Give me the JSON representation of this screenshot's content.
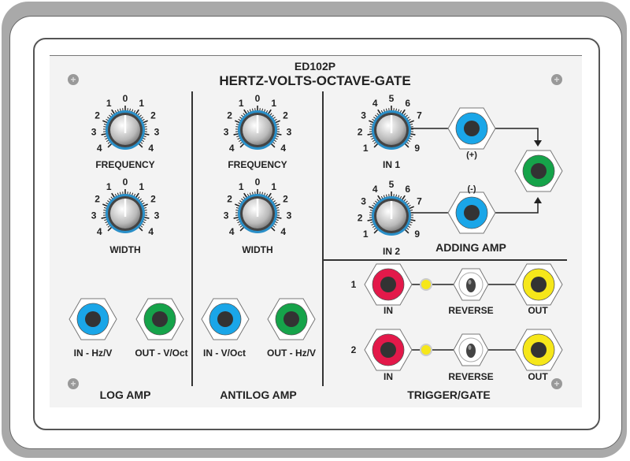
{
  "header": {
    "model": "ED102P",
    "title": "HERTZ-VOLTS-OCTAVE-GATE"
  },
  "colors": {
    "blue": "#1aa6e8",
    "green": "#16a34a",
    "red": "#e3194a",
    "yellow": "#f6e71a",
    "knob_ring": "#2a8fc8"
  },
  "log_amp": {
    "section_label": "LOG AMP",
    "frequency": {
      "label": "FREQUENCY",
      "scale": [
        "4",
        "3",
        "2",
        "1",
        "0",
        "1",
        "2",
        "3",
        "4"
      ]
    },
    "width": {
      "label": "WIDTH",
      "scale": [
        "4",
        "3",
        "2",
        "1",
        "0",
        "1",
        "2",
        "3",
        "4"
      ]
    },
    "in_label": "IN - Hz/V",
    "out_label": "OUT - V/Oct"
  },
  "antilog_amp": {
    "section_label": "ANTILOG AMP",
    "frequency": {
      "label": "FREQUENCY",
      "scale": [
        "4",
        "3",
        "2",
        "1",
        "0",
        "1",
        "2",
        "3",
        "4"
      ]
    },
    "width": {
      "label": "WIDTH",
      "scale": [
        "4",
        "3",
        "2",
        "1",
        "0",
        "1",
        "2",
        "3",
        "4"
      ]
    },
    "in_label": "IN - V/Oct",
    "out_label": "OUT - Hz/V"
  },
  "adding_amp": {
    "section_label": "ADDING AMP",
    "in1": {
      "label": "IN 1",
      "scale": [
        "1",
        "2",
        "3",
        "4",
        "5",
        "6",
        "7",
        "",
        "9"
      ]
    },
    "in2": {
      "label": "IN 2",
      "scale": [
        "1",
        "2",
        "3",
        "4",
        "5",
        "6",
        "7",
        "",
        "9"
      ]
    },
    "plus_label": "(+)",
    "minus_label": "(-)"
  },
  "trigger_gate": {
    "section_label": "TRIGGER/GATE",
    "channels": [
      {
        "number": "1",
        "in_label": "IN",
        "reverse_label": "REVERSE",
        "out_label": "OUT"
      },
      {
        "number": "2",
        "in_label": "IN",
        "reverse_label": "REVERSE",
        "out_label": "OUT"
      }
    ]
  }
}
